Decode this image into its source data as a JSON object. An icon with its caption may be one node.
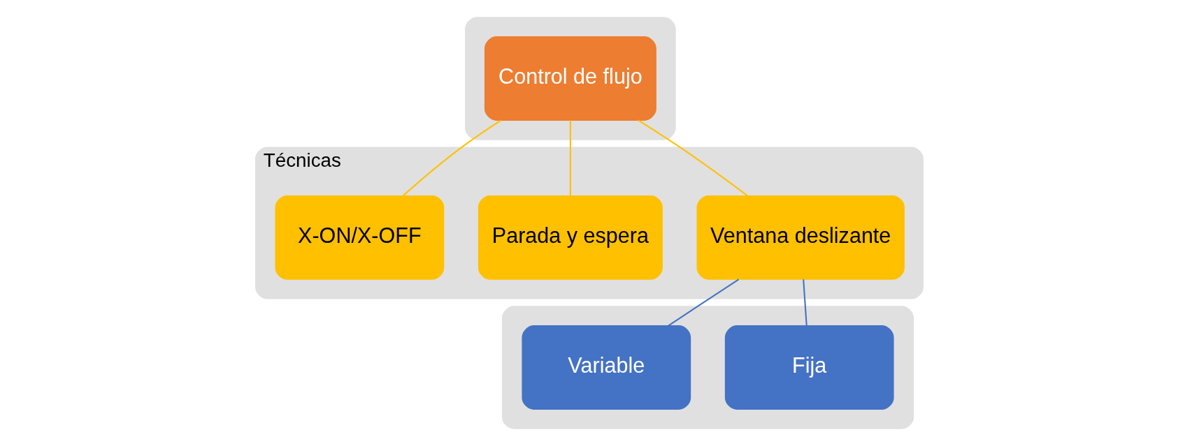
{
  "diagram": {
    "nodes": [
      {
        "text": [],
        "shape": "band"
      },
      {
        "text": [
          "Control de flujo"
        ],
        "in": 0
      },
      {
        "text": [
          "Técnicas"
        ]
      },
      {
        "text": [
          "Ventana deslizante"
        ],
        "in": 2
      },
      {
        "text": [
          "Parada y espera"
        ],
        "in": 2
      },
      {
        "text": [
          "X-ON/X-OFF"
        ],
        "in": 2
      },
      {
        "text": [],
        "shape": "band"
      },
      {
        "text": [
          "Fija"
        ],
        "in": 6
      },
      {
        "text": [
          "Variable"
        ],
        "in": 6
      }
    ],
    "edges": [
      {
        "from": 1,
        "to": 3,
        "arrow": "none",
        "color": "#ffc000"
      },
      {
        "from": 1,
        "to": 4,
        "arrow": "none",
        "color": "#ffc000"
      },
      {
        "from": 1,
        "to": 5,
        "arrow": "none",
        "color": "#ffc000"
      },
      {
        "from": 3,
        "to": 7,
        "arrow": "none",
        "color": "#4472c4"
      },
      {
        "from": 3,
        "to": 8,
        "arrow": "none",
        "color": "#4472c4"
      }
    ]
  }
}
